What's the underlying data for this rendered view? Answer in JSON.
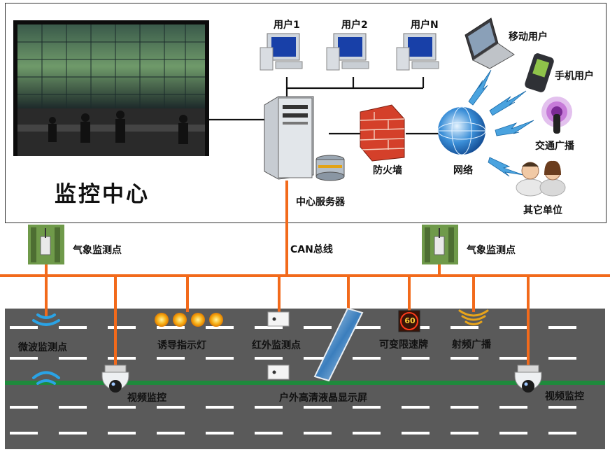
{
  "control_center": {
    "title": "监控中心"
  },
  "users": [
    "用户1",
    "用户2",
    "用户N"
  ],
  "mobile_user": "移动用户",
  "phone_user": "手机用户",
  "traffic_broadcast": "交通广播",
  "other_units": "其它单位",
  "firewall": "防火墙",
  "network": "网络",
  "central_server": "中心服务器",
  "can_bus": "CAN总线",
  "weather_station_left": "气象监测点",
  "weather_station_right": "气象监测点",
  "microwave_point": "微波监测点",
  "guide_lights": "诱导指示灯",
  "infrared_point": "红外监测点",
  "variable_speed_sign": "可变限速牌",
  "speed_value": "60",
  "rf_broadcast": "射频广播",
  "video_monitor_left": "视频监控",
  "video_monitor_right": "视频监控",
  "outdoor_lcd": "户外高清液晶显示屏",
  "colors": {
    "bus": "#f26a1b",
    "road": "#5a5a5a",
    "lane": "#1f8a3c",
    "accent_blue": "#1a73c8"
  }
}
